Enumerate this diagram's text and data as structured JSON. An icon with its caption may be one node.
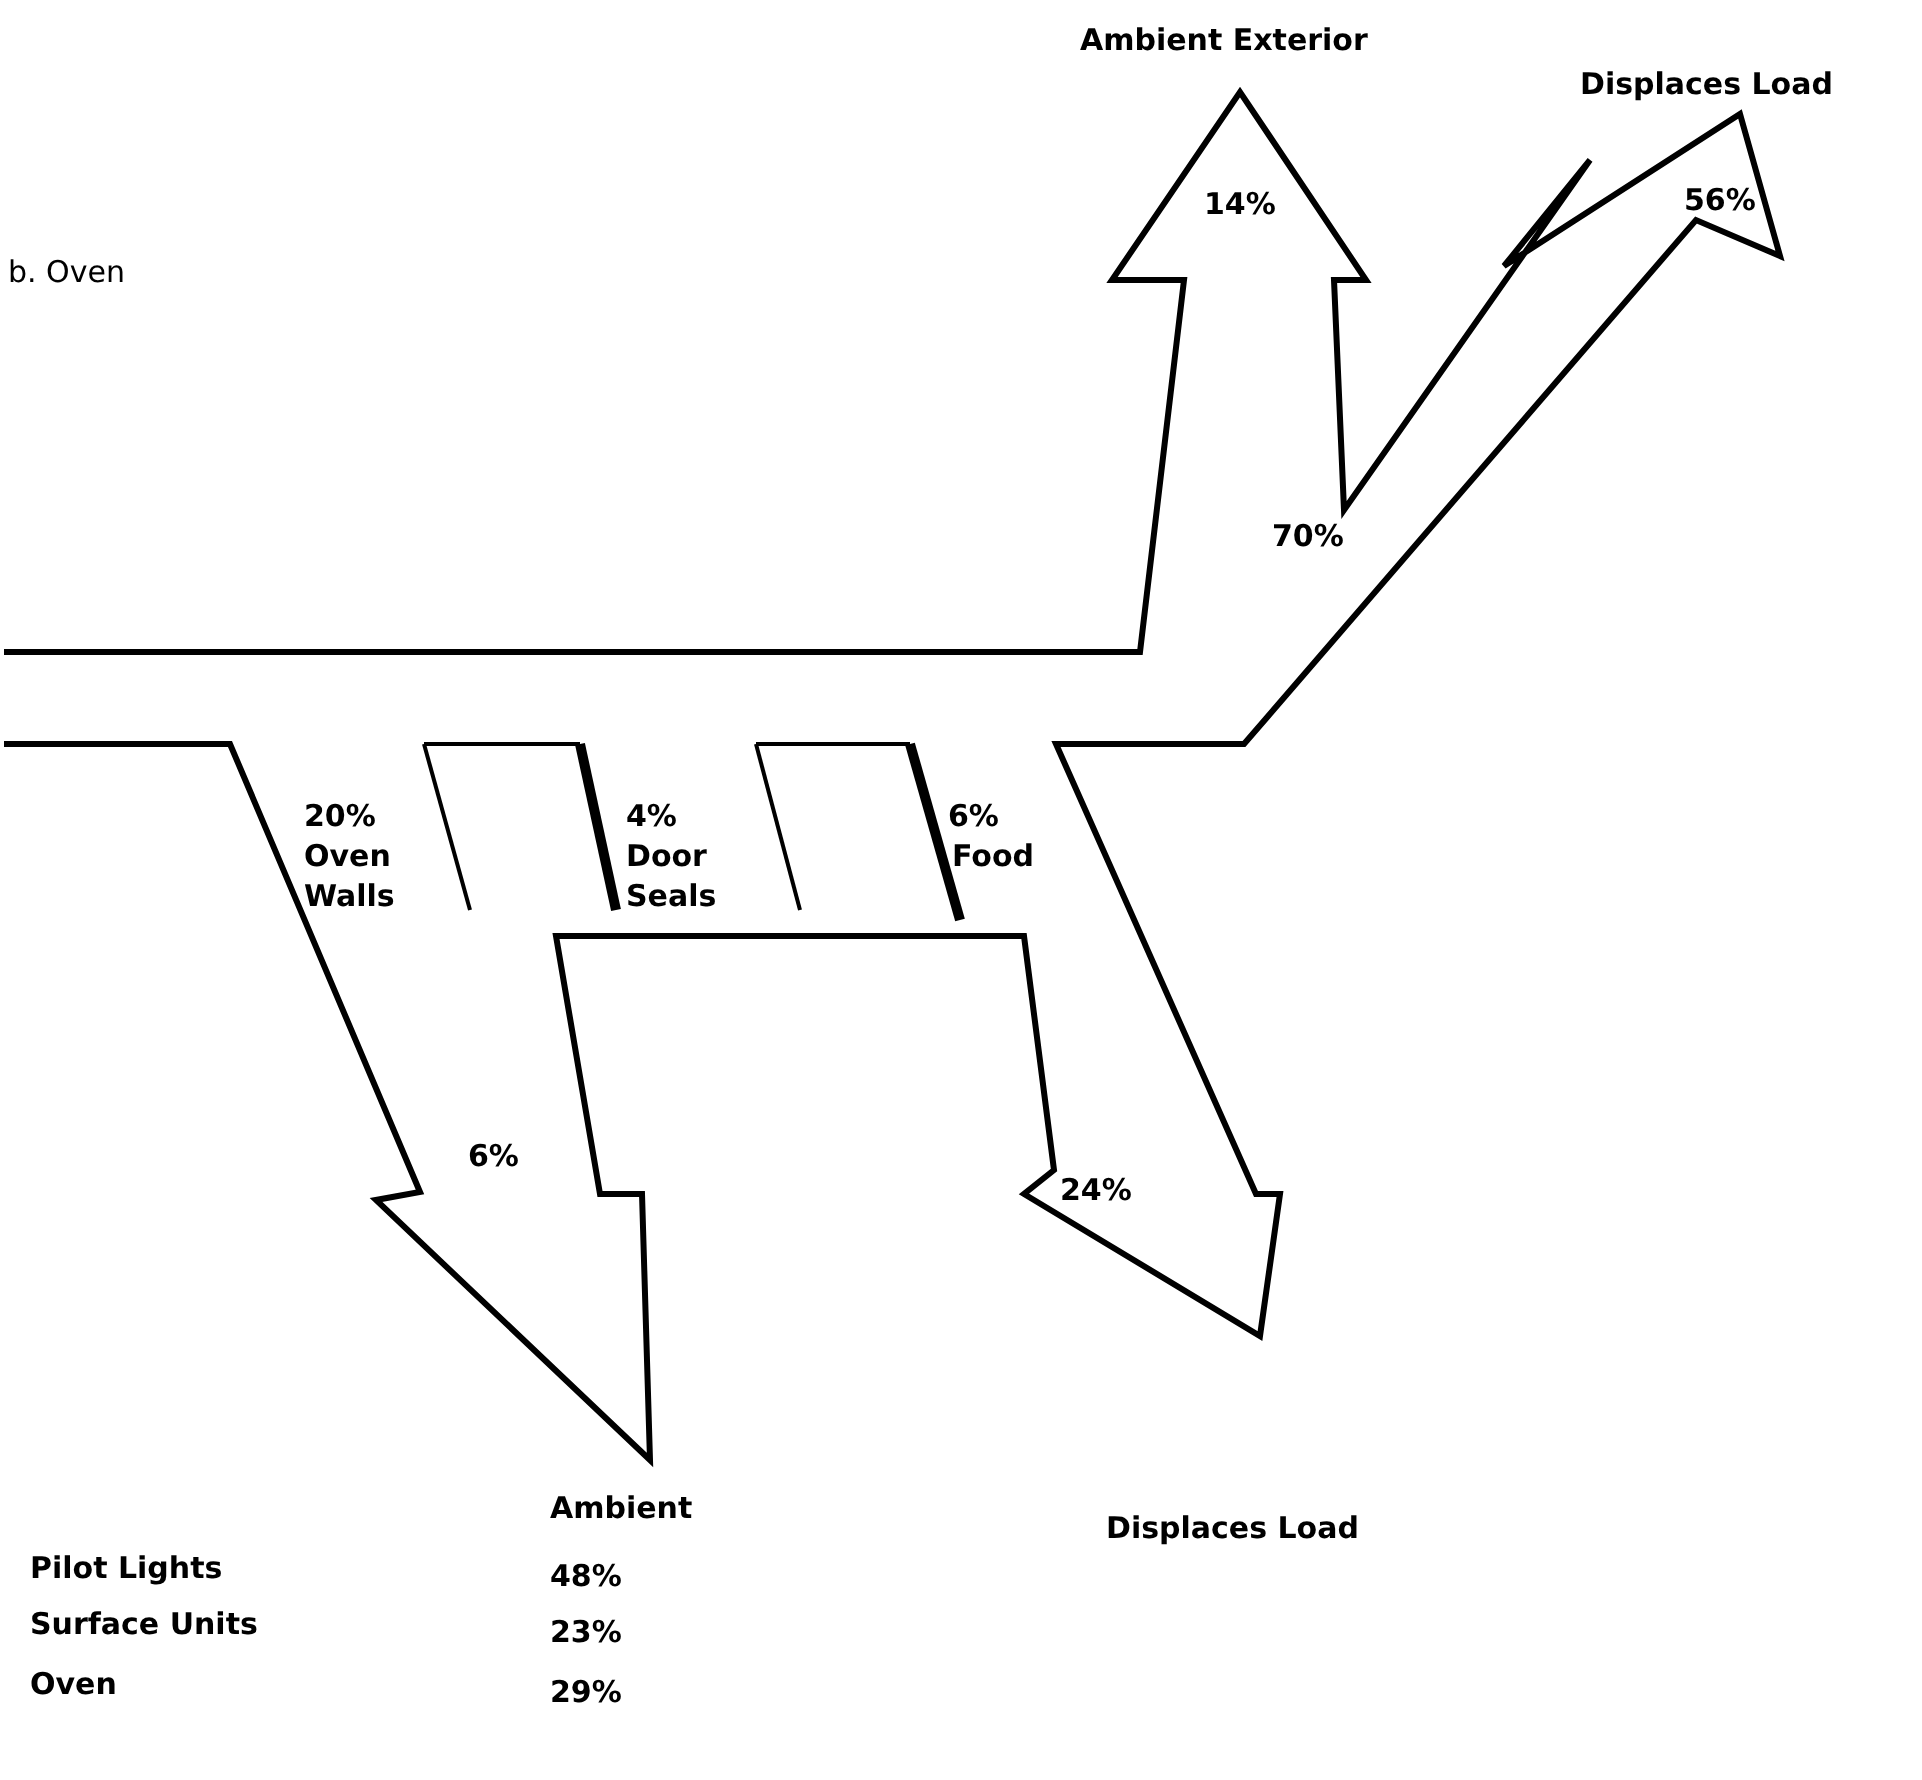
{
  "diagram": {
    "title": "b. Oven",
    "labels": [
      "Ambient Exterior",
      "Displaces Load",
      "14%",
      "56%",
      "70%",
      "20%",
      "Oven Walls",
      "4%",
      "Door Seals",
      "6%",
      "Food",
      "6%",
      "24%",
      "Ambient",
      "Displaces Load",
      "Pilot Lights",
      "48%",
      "Surface Units",
      "23%",
      "Oven",
      "29%"
    ]
  }
}
